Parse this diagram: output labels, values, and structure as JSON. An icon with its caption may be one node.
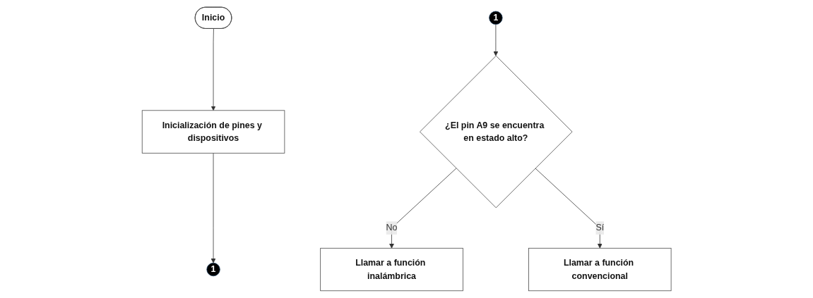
{
  "diagram": {
    "nodes": [
      {
        "text": [
          "Inicio"
        ]
      },
      {
        "text": [
          "Inicialización de pines y dispositivos"
        ]
      },
      {
        "text": [
          "1"
        ]
      },
      {
        "text": [
          "1"
        ]
      },
      {
        "text": [
          "¿El pin A9 se encuentra en estado alto?"
        ]
      },
      {
        "text": [
          "Llamar a función inalámbrica"
        ]
      },
      {
        "text": [
          "Llamar a función convencional"
        ]
      }
    ],
    "edges": [
      {
        "from": 0,
        "to": 1,
        "arrow": "to"
      },
      {
        "from": 1,
        "to": 2,
        "arrow": "to"
      },
      {
        "from": 3,
        "to": 4,
        "arrow": "to"
      },
      {
        "from": 4,
        "to": 5,
        "label": "No",
        "arrow": "to"
      },
      {
        "from": 4,
        "to": 6,
        "label": "Sí",
        "arrow": "to"
      }
    ]
  }
}
